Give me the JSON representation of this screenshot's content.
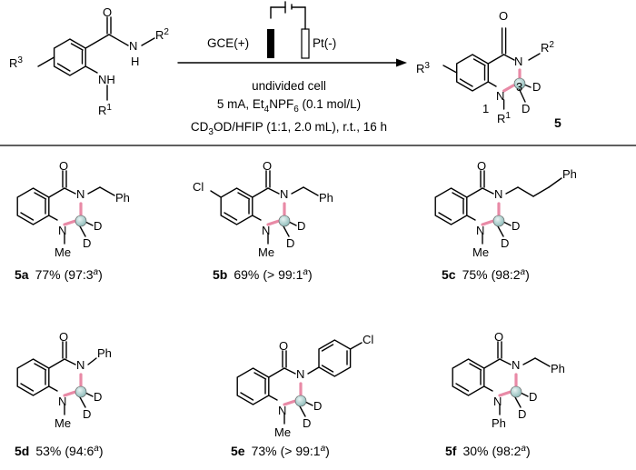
{
  "reaction": {
    "electrode_anode": "GCE(+)",
    "electrode_cathode": "Pt(-)",
    "condition_line1": "undivided cell",
    "condition_line2": "5 mA, Et4NPF6 (0.1 mol/L)",
    "condition_line3": "CD3OD/HFIP (1:1, 2.0 mL), r.t., 16 h",
    "reactant_substituents": [
      "R3",
      "R2",
      "R1"
    ],
    "product_label": "5",
    "product_numbering": [
      "1",
      "3"
    ]
  },
  "products": [
    {
      "id": "5a",
      "yield": "77%",
      "ratio": "97:3",
      "ratio_note": "a",
      "n_substituent": "Bn",
      "n1_substituent": "Me",
      "ring_substituent": ""
    },
    {
      "id": "5b",
      "yield": "69%",
      "ratio": "> 99:1",
      "ratio_note": "a",
      "n_substituent": "Bn",
      "n1_substituent": "Me",
      "ring_substituent": "Cl"
    },
    {
      "id": "5c",
      "yield": "75%",
      "ratio": "98:2",
      "ratio_note": "a",
      "n_substituent": "CH2CH2Ph",
      "n1_substituent": "Me",
      "ring_substituent": ""
    },
    {
      "id": "5d",
      "yield": "53%",
      "ratio": "94:6",
      "ratio_note": "a",
      "n_substituent": "Ph",
      "n1_substituent": "Me",
      "ring_substituent": ""
    },
    {
      "id": "5e",
      "yield": "73%",
      "ratio": "> 99:1",
      "ratio_note": "a",
      "n_substituent": "4-ClC6H4",
      "n1_substituent": "Me",
      "ring_substituent": ""
    },
    {
      "id": "5f",
      "yield": "30%",
      "ratio": "98:2",
      "ratio_note": "a",
      "n_substituent": "Bn",
      "n1_substituent": "Ph",
      "ring_substituent": ""
    }
  ],
  "atoms": {
    "O": "O",
    "N": "N",
    "NH": "NH",
    "H": "H",
    "D": "D",
    "Cl": "Cl",
    "Ph": "Ph",
    "Me": "Me",
    "R": "R"
  },
  "colors": {
    "labeled_bond": "#e88aa6",
    "deuterated_carbon": "#9fc9c7"
  }
}
